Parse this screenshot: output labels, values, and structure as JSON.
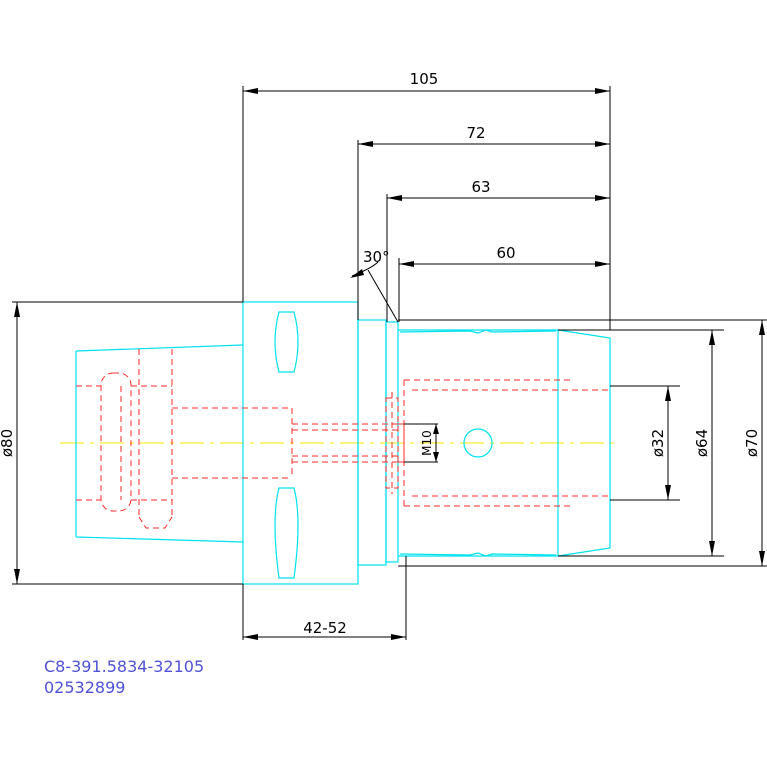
{
  "dimensions": {
    "overall_length": "105",
    "length_72": "72",
    "length_63": "63",
    "length_60": "60",
    "angle": "30°",
    "shank_length": "42-52",
    "dia_80": "ø80",
    "dia_32": "ø32",
    "dia_64": "ø64",
    "dia_70": "ø70",
    "thread": "M10"
  },
  "part": {
    "code": "C8-391.5834-32105",
    "number": "02532899"
  },
  "colors": {
    "outline": "#00e1ee",
    "hidden": "#ff2a2a",
    "center": "#ffe600",
    "dimension": "#000000",
    "part_text": "#4f52d6"
  }
}
